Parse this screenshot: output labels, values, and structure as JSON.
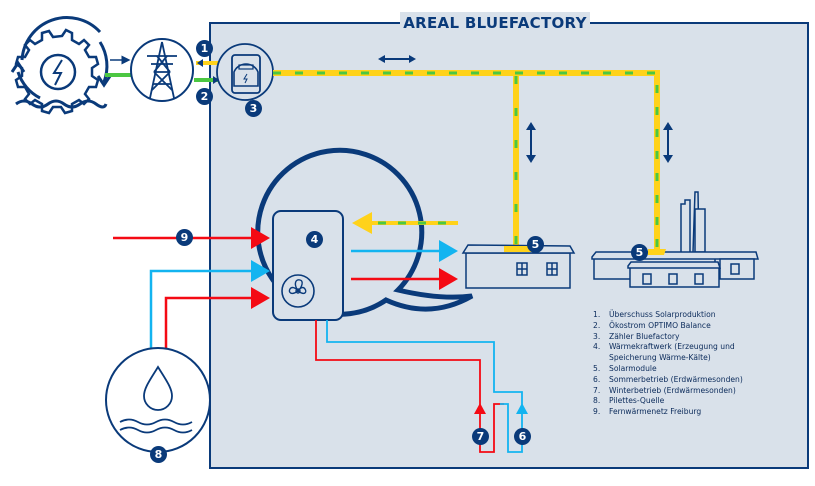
{
  "title": "AREAL BLUEFACTORY",
  "colors": {
    "navy": "#0a3a7a",
    "area_bg": "#d9e1ea",
    "solar_yellow": "#ffd21a",
    "green": "#4cc742",
    "heat_red": "#f40a14",
    "cold_blue": "#13b4f0"
  },
  "icons": {
    "power_plant": "gear-lightning-water-cycle",
    "grid": "power-pylon",
    "meter": "electricity-meter",
    "heat_pump": "fan",
    "spring": "water-drop-waves"
  },
  "badges": [
    "1",
    "2",
    "3",
    "4",
    "5",
    "5",
    "6",
    "7",
    "8",
    "9"
  ],
  "legend": [
    {
      "num": "1.",
      "text": "Überschuss Solarproduktion"
    },
    {
      "num": "2.",
      "text": "Ökostrom OPTIMO Balance"
    },
    {
      "num": "3.",
      "text": "Zähler Bluefactory"
    },
    {
      "num": "4.",
      "text": "Wärmekraftwerk (Erzeugung und Speicherung Wärme-Kälte)"
    },
    {
      "num": "5.",
      "text": "Solarmodule"
    },
    {
      "num": "6.",
      "text": "Sommerbetrieb (Erdwärmesonden)"
    },
    {
      "num": "7.",
      "text": "Winterbetrieb (Erdwärmesonden)"
    },
    {
      "num": "8.",
      "text": "Pilettes-Quelle"
    },
    {
      "num": "9.",
      "text": "Fernwärmenetz Freiburg"
    }
  ]
}
